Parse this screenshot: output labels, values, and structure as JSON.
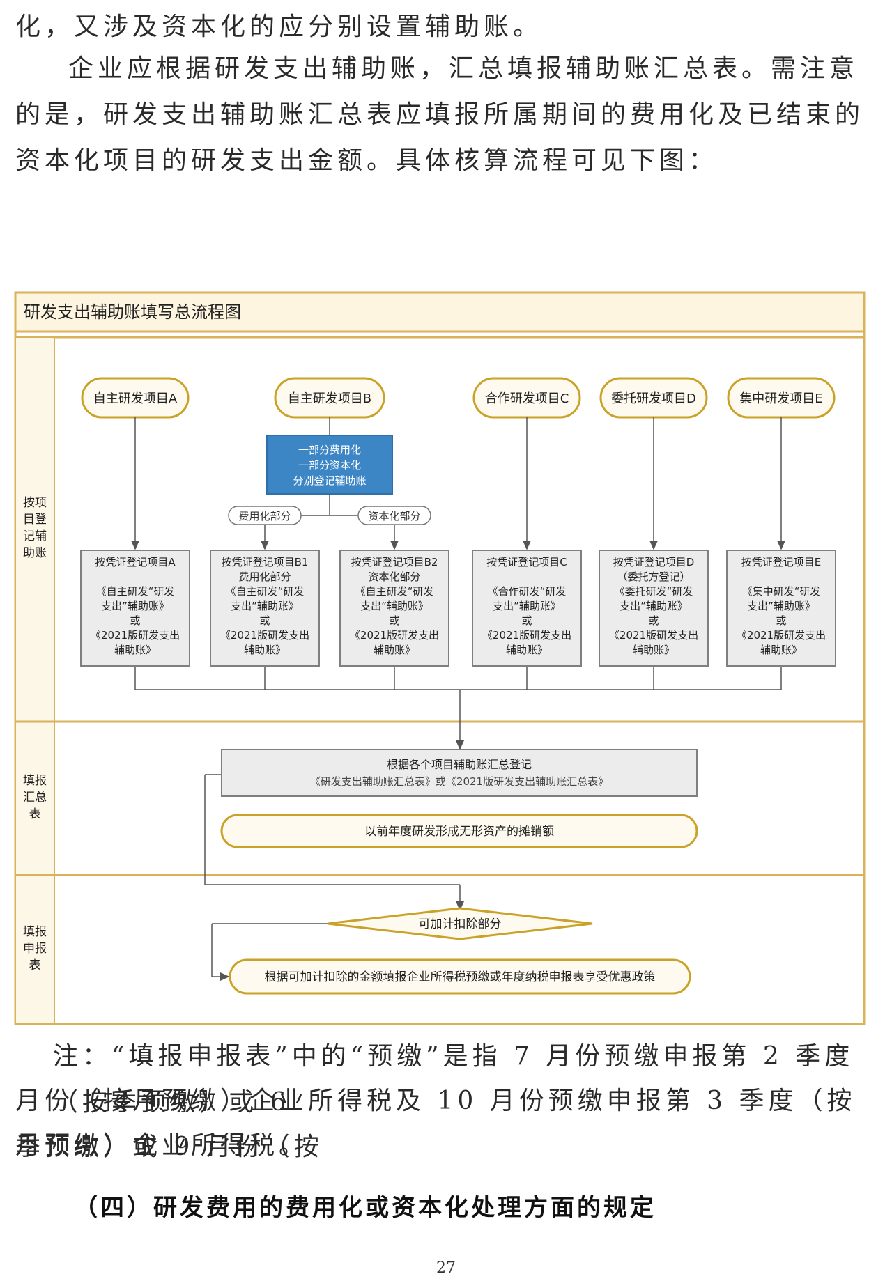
{
  "intro": {
    "line1": "化，又涉及资本化的应分别设置辅助账。",
    "para2": "企业应根据研发支出辅助账，汇总填报辅助账汇总表。需注意的是，研发支出辅助账汇总表应填报所属期间的费用化及已结束的资本化项目的研发支出金额。具体核算流程可见下图："
  },
  "flowchart": {
    "title": "研发支出辅助账填写总流程图",
    "sections": [
      {
        "label": [
          "按项",
          "目登",
          "记辅",
          "助账"
        ]
      },
      {
        "label": [
          "填报",
          "汇总",
          "表"
        ]
      },
      {
        "label": [
          "填报",
          "申报",
          "表"
        ]
      }
    ],
    "projects": [
      {
        "label": "自主研发项目A"
      },
      {
        "label": "自主研发项目B"
      },
      {
        "label": "合作研发项目C"
      },
      {
        "label": "委托研发项目D"
      },
      {
        "label": "集中研发项目E"
      }
    ],
    "split_box": [
      "一部分费用化",
      "一部分资本化",
      "分别登记辅助账"
    ],
    "split_tags": {
      "expense": "费用化部分",
      "capital": "资本化部分"
    },
    "ledgers": [
      {
        "lines": [
          "按凭证登记项目A",
          "",
          "《自主研发“研发",
          "支出”辅助账》",
          "或",
          "《2021版研发支出",
          "辅助账》"
        ]
      },
      {
        "lines": [
          "按凭证登记项目B1",
          "费用化部分",
          "《自主研发“研发",
          "支出”辅助账》",
          "或",
          "《2021版研发支出",
          "辅助账》"
        ]
      },
      {
        "lines": [
          "按凭证登记项目B2",
          "资本化部分",
          "《自主研发“研发",
          "支出”辅助账》",
          "或",
          "《2021版研发支出",
          "辅助账》"
        ]
      },
      {
        "lines": [
          "按凭证登记项目C",
          "",
          "《合作研发“研发",
          "支出”辅助账》",
          "或",
          "《2021版研发支出",
          "辅助账》"
        ]
      },
      {
        "lines": [
          "按凭证登记项目D",
          "（委托方登记）",
          "《委托研发“研发",
          "支出”辅助账》",
          "或",
          "《2021版研发支出",
          "辅助账》"
        ]
      },
      {
        "lines": [
          "按凭证登记项目E",
          "",
          "《集中研发“研发",
          "支出”辅助账》",
          "或",
          "《2021版研发支出",
          "辅助账》"
        ]
      }
    ],
    "summary_box": [
      "根据各个项目辅助账汇总登记",
      "《研发支出辅助账汇总表》或《2021版研发支出辅助账汇总表》"
    ],
    "amortization": "以前年度研发形成无形资产的摊销额",
    "decision": "可加计扣除部分",
    "final": "根据可加计扣除的金额填报企业所得税预缴或年度纳税申报表享受优惠政策"
  },
  "note": {
    "line1": "注：“填报申报表”中的“预缴”是指 7 月份预缴申报第 2 季度（按季预缴）或 6",
    "line2": "月份（按月预缴）企业所得税及 10 月份预缴申报第 3 季度（按季预缴）或 9 月份（按",
    "line3": "月预缴）企业所得税。"
  },
  "section_heading": "（四）研发费用的费用化或资本化处理方面的规定",
  "page_number": "27",
  "colors": {
    "frame": "#d9b25a",
    "header_fill": "#fdf5df",
    "pill_border": "#c9a227",
    "pill_fill": "#fffaf0",
    "blue_box": "#3d86c6",
    "gray_box": "#ececec",
    "gray_border": "#7f7f7f",
    "line": "#555555"
  }
}
